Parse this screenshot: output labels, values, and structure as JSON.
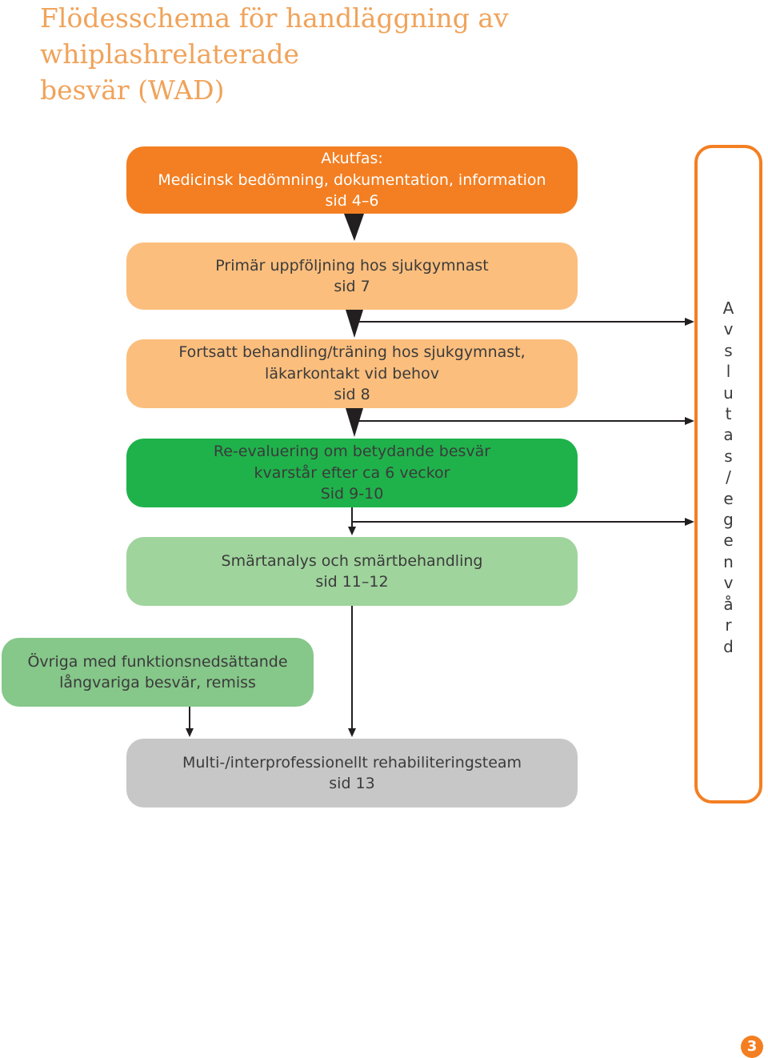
{
  "title": {
    "line1": "Flödesschema för handläggning av whiplashrelaterade",
    "line2": "besvär (WAD)"
  },
  "boxes": {
    "acute": {
      "lines": [
        "Akutfas:",
        "Medicinsk bedömning, dokumentation, information",
        "sid 4–6"
      ],
      "color": "#f37f22"
    },
    "primary": {
      "lines": [
        "Primär uppföljning hos sjukgymnast",
        "sid 7"
      ],
      "color": "#fbbe7d"
    },
    "continued": {
      "lines": [
        "Fortsatt behandling/träning hos sjukgymnast,",
        "läkarkontakt vid behov",
        "sid 8"
      ],
      "color": "#fbbe7d"
    },
    "reeval": {
      "lines": [
        "Re-evaluering om betydande besvär",
        "kvarstår efter ca 6 veckor",
        "Sid 9-10"
      ],
      "color": "#1fb24b"
    },
    "pain": {
      "lines": [
        "Smärtanalys och smärtbehandling",
        "sid 11–12"
      ],
      "color": "#9fd49c"
    },
    "other": {
      "lines": [
        "Övriga med funktionsnedsättande",
        "långvariga besvär, remiss"
      ],
      "color": "#86c78a"
    },
    "multi": {
      "lines": [
        "Multi-/interprofessionellt rehabiliteringsteam",
        "sid 13"
      ],
      "color": "#c7c7c7"
    }
  },
  "side_box": {
    "letters": [
      "A",
      "v",
      "s",
      "l",
      "u",
      "t",
      "a",
      "s",
      "/",
      "e",
      "g",
      "e",
      "n",
      "v",
      "å",
      "r",
      "d"
    ],
    "border_color": "#f37f22"
  },
  "page_number": "3"
}
